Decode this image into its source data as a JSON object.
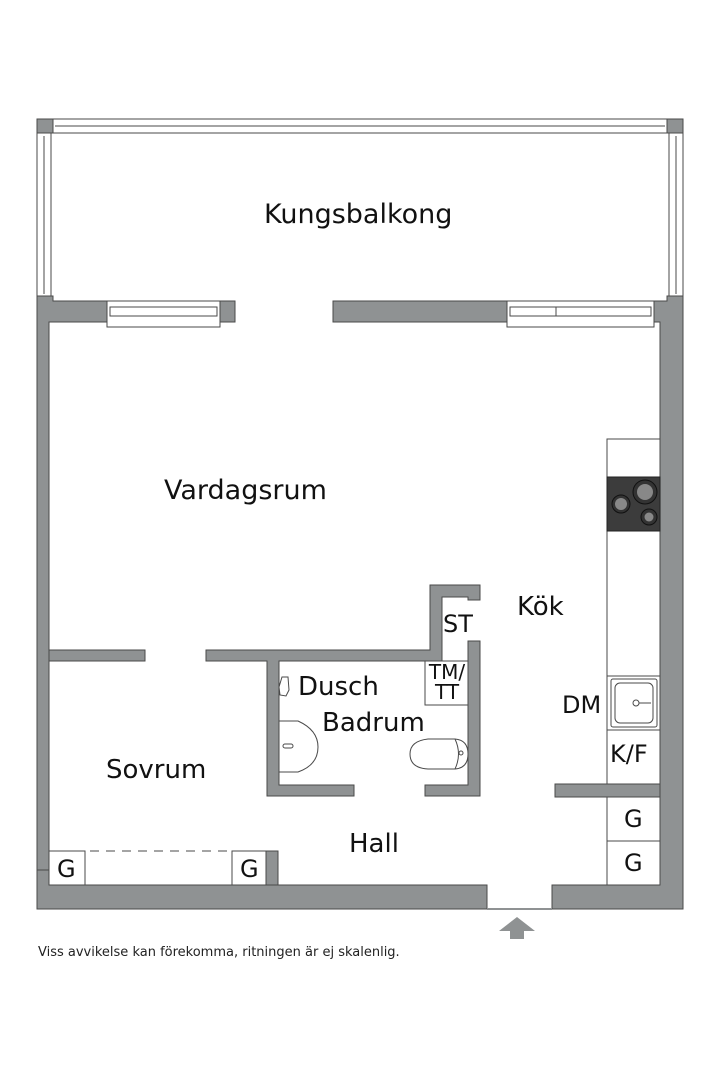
{
  "floor_plan": {
    "rooms": {
      "balcony": "Kungsbalkong",
      "living_room": "Vardagsrum",
      "kitchen": "Kök",
      "bedroom": "Sovrum",
      "bathroom": "Badrum",
      "hall": "Hall"
    },
    "fixtures": {
      "storage": "ST",
      "shower": "Dusch",
      "washer_dryer_line1": "TM/",
      "washer_dryer_line2": "TT",
      "dishwasher": "DM",
      "fridge_freezer": "K/F",
      "wardrobe_bedroom_left": "G",
      "wardrobe_bedroom_right": "G",
      "wardrobe_hall_top": "G",
      "wardrobe_hall_bottom": "G"
    },
    "entrance_icon": "entrance-arrow-up",
    "colors": {
      "wall": "#8f9293",
      "wall_outline": "#4a4a4a",
      "stove": "#3c3c3c",
      "background": "#ffffff"
    }
  },
  "disclaimer": "Viss avvikelse kan förekomma, ritningen är ej skalenlig."
}
